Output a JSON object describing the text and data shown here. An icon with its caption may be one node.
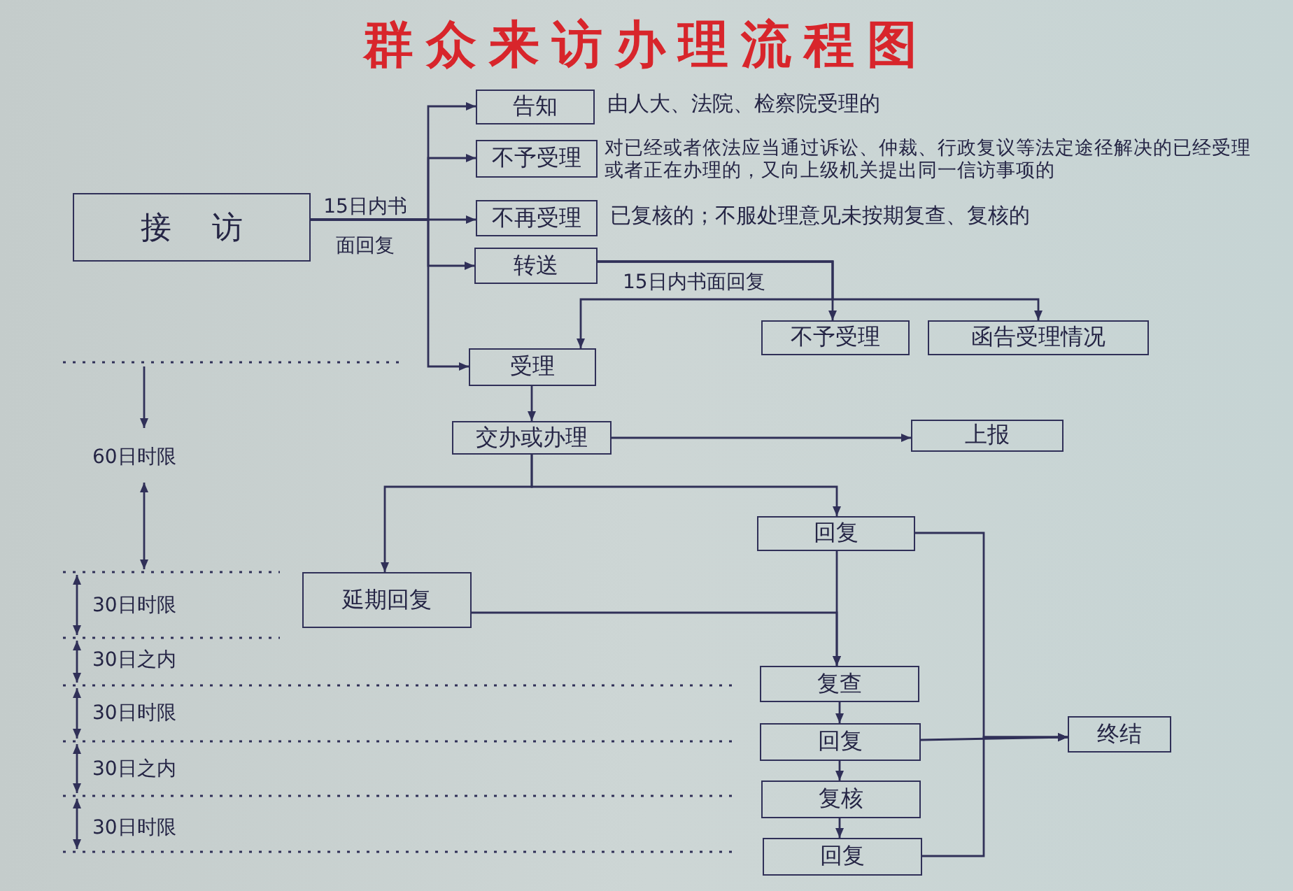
{
  "diagram": {
    "title": "群众来访办理流程图",
    "nodes": [
      {
        "text": [
          "接 访"
        ]
      },
      {
        "text": [
          "告知"
        ],
        "beside": [
          "由人大、法院、检察院受理的"
        ]
      },
      {
        "text": [
          "不予受理"
        ],
        "beside": [
          "对已经或者依法应当通过诉讼、仲裁、行政复议等法定途径解决的已经受理或者正在办理的，又向上级机关提出同一信访事项的"
        ]
      },
      {
        "text": [
          "不再受理"
        ],
        "beside": [
          "已复核的；不服处理意见未按期复查、复核的"
        ]
      },
      {
        "text": [
          "转送"
        ]
      },
      {
        "text": [
          "不予受理"
        ]
      },
      {
        "text": [
          "函告受理情况"
        ]
      },
      {
        "text": [
          "受理"
        ]
      },
      {
        "text": [
          "交办或办理"
        ]
      },
      {
        "text": [
          "上报"
        ]
      },
      {
        "text": [
          "回复"
        ]
      },
      {
        "text": [
          "延期回复"
        ]
      },
      {
        "text": [
          "复查"
        ]
      },
      {
        "text": [
          "回复"
        ]
      },
      {
        "text": [
          "复核"
        ]
      },
      {
        "text": [
          "回复"
        ]
      },
      {
        "text": [
          "终结"
        ]
      }
    ],
    "edges": [
      {
        "from": 0,
        "to": 1,
        "arrow": "to",
        "label": "15日内书面回复"
      },
      {
        "from": 0,
        "to": 2,
        "arrow": "to"
      },
      {
        "from": 0,
        "to": 3,
        "arrow": "to"
      },
      {
        "from": 0,
        "to": 4,
        "arrow": "to"
      },
      {
        "from": 0,
        "to": 7,
        "arrow": "to"
      },
      {
        "from": 4,
        "to": 5,
        "arrow": "to"
      },
      {
        "from": 4,
        "to": 6,
        "arrow": "to"
      },
      {
        "from": 4,
        "to": 7,
        "arrow": "to",
        "label": "15日内书面回复"
      },
      {
        "from": 7,
        "to": 8,
        "arrow": "to"
      },
      {
        "from": 8,
        "to": 9,
        "arrow": "to"
      },
      {
        "from": 8,
        "to": 10,
        "arrow": "to"
      },
      {
        "from": 8,
        "to": 11,
        "arrow": "to"
      },
      {
        "from": 11,
        "to": 12,
        "arrow": "to"
      },
      {
        "from": 10,
        "to": 12,
        "arrow": "to"
      },
      {
        "from": 12,
        "to": 13,
        "arrow": "to"
      },
      {
        "from": 13,
        "to": 14,
        "arrow": "to"
      },
      {
        "from": 14,
        "to": 15,
        "arrow": "to"
      },
      {
        "from": 13,
        "to": 16,
        "arrow": "to"
      },
      {
        "from": 10,
        "to": 16,
        "arrow": "to"
      },
      {
        "from": 15,
        "to": 16,
        "arrow": "to"
      }
    ],
    "labels": [
      "60日时限",
      "30日时限",
      "30日之内",
      "30日时限",
      "30日之内",
      "30日时限"
    ]
  }
}
